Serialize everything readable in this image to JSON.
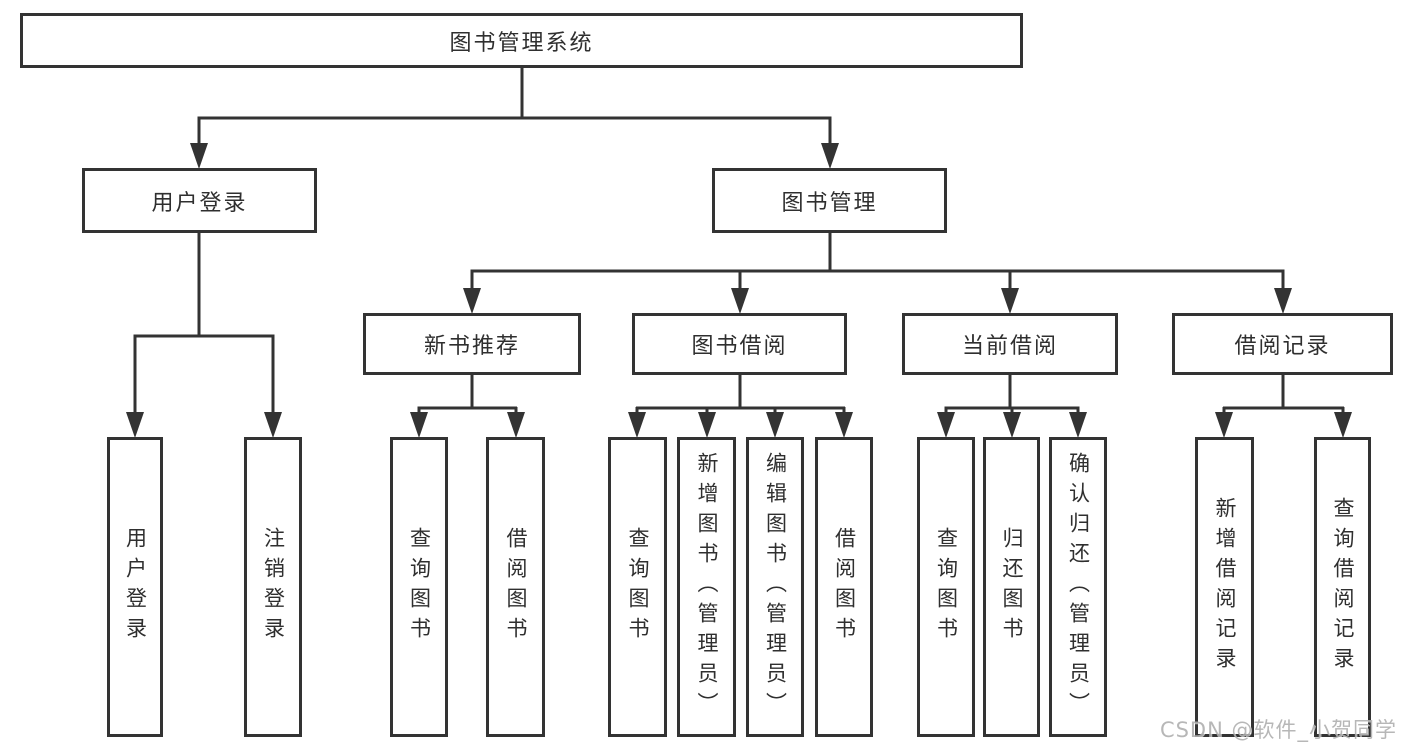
{
  "diagram": {
    "title": "图书管理系统",
    "root": {
      "label": "图书管理系统"
    },
    "branches": [
      {
        "label": "用户登录",
        "children": [
          {
            "label": "用户登录"
          },
          {
            "label": "注销登录"
          }
        ]
      },
      {
        "label": "图书管理",
        "children": [
          {
            "label": "新书推荐",
            "children": [
              {
                "label": "查询图书"
              },
              {
                "label": "借阅图书"
              }
            ]
          },
          {
            "label": "图书借阅",
            "children": [
              {
                "label": "查询图书"
              },
              {
                "label": "新增图书（管理员）"
              },
              {
                "label": "编辑图书（管理员）"
              },
              {
                "label": "借阅图书"
              }
            ]
          },
          {
            "label": "当前借阅",
            "children": [
              {
                "label": "查询图书"
              },
              {
                "label": "归还图书"
              },
              {
                "label": "确认归还（管理员）"
              }
            ]
          },
          {
            "label": "借阅记录",
            "children": [
              {
                "label": "新增借阅记录"
              },
              {
                "label": "查询借阅记录"
              }
            ]
          }
        ]
      }
    ]
  },
  "watermark": {
    "text": "CSDN @软件_小贺同学"
  },
  "colors": {
    "line": "#333333",
    "box_border": "#333333",
    "text": "#2f2f2f",
    "background": "#ffffff",
    "watermark": "#b0b0b0"
  }
}
